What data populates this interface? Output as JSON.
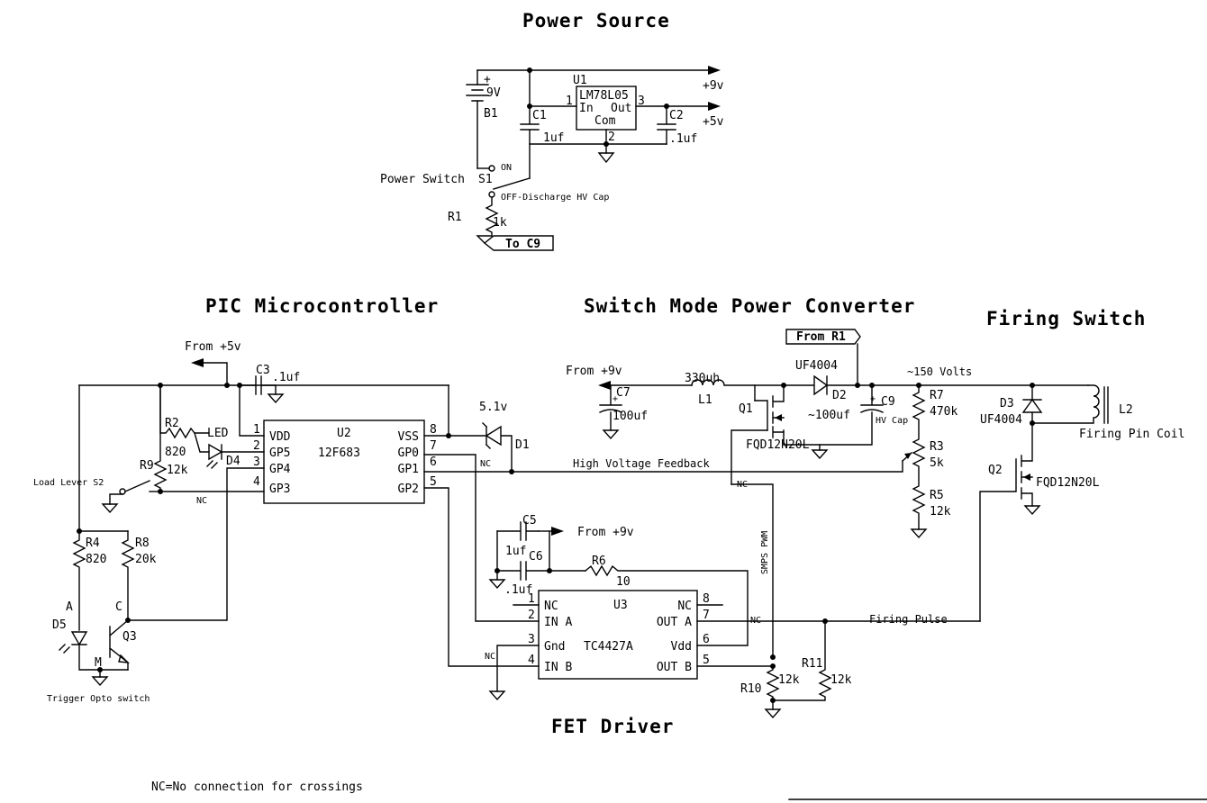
{
  "sections": {
    "power_source": "Power Source",
    "pic": "PIC Microcontroller",
    "smps": "Switch Mode Power Converter",
    "firing": "Firing Switch",
    "fet": "FET Driver"
  },
  "power": {
    "b1_ref": "B1",
    "b1_val": "9V",
    "plus": "+",
    "u1_ref": "U1",
    "u1_part": "LM78L05",
    "u1_in": "In",
    "u1_out": "Out",
    "u1_com": "Com",
    "pin1": "1",
    "pin2": "2",
    "pin3": "3",
    "c1_ref": "C1",
    "c1_val": "1uf",
    "c2_ref": "C2",
    "c2_val": ".1uf",
    "rail_9v": "+9v",
    "rail_5v": "+5v",
    "switch_label": "Power Switch",
    "s1_ref": "S1",
    "on": "ON",
    "off": "OFF-Discharge HV Cap",
    "r1_ref": "R1",
    "r1_val": "1k",
    "to_c9": "To C9"
  },
  "pic": {
    "from_5v": "From +5v",
    "c3_ref": "C3",
    "c3_val": ".1uf",
    "r2_ref": "R2",
    "r2_val": "820",
    "led": "LED",
    "d4_ref": "D4",
    "r9_ref": "R9",
    "r9_val": "12k",
    "load_lever": "Load Lever S2",
    "nc": "NC",
    "u2_ref": "U2",
    "u2_part": "12F683",
    "pins_left": [
      {
        "num": "1",
        "name": "VDD"
      },
      {
        "num": "2",
        "name": "GP5"
      },
      {
        "num": "3",
        "name": "GP4"
      },
      {
        "num": "4",
        "name": "GP3"
      }
    ],
    "pins_right": [
      {
        "num": "8",
        "name": "VSS"
      },
      {
        "num": "7",
        "name": "GP0"
      },
      {
        "num": "6",
        "name": "GP1"
      },
      {
        "num": "5",
        "name": "GP2"
      }
    ],
    "r4_ref": "R4",
    "r4_val": "820",
    "r8_ref": "R8",
    "r8_val": "20k",
    "a": "A",
    "c": "C",
    "m": "M",
    "d5_ref": "D5",
    "q3_ref": "Q3",
    "trigger": "Trigger Opto switch",
    "zener_val": "5.1v",
    "d1_ref": "D1",
    "hv_feedback": "High Voltage Feedback"
  },
  "smps": {
    "from_r1": "From R1",
    "uf4004": "UF4004",
    "d2_ref": "D2",
    "from_9v": "From +9v",
    "c7_ref": "C7",
    "c7_val": "100uf",
    "plus": "+",
    "l1_val": "330uh",
    "l1_ref": "L1",
    "q1_ref": "Q1",
    "d2_cap": "~100uf",
    "c9_ref": "C9",
    "c9_note": "HV Cap",
    "q1_part": "FQD12N20L",
    "volts": "~150 Volts",
    "r7_ref": "R7",
    "r7_val": "470k",
    "r3_ref": "R3",
    "r3_val": "5k",
    "r5_ref": "R5",
    "r5_val": "12k",
    "nc": "NC",
    "smps_pwm": "SMPS PWM"
  },
  "firing": {
    "d3_ref": "D3",
    "d3_part": "UF4004",
    "l2_ref": "L2",
    "coil": "Firing Pin Coil",
    "q2_ref": "Q2",
    "q2_part": "FQD12N20L"
  },
  "fet": {
    "c5_ref": "C5",
    "c5_val": "1uf",
    "c6_ref": "C6",
    "c6_val": ".1uf",
    "from_9v": "From +9v",
    "r6_ref": "R6",
    "r6_val": "10",
    "u3_ref": "U3",
    "u3_part": "TC4427A",
    "pins_left": [
      {
        "num": "1",
        "name": "NC"
      },
      {
        "num": "2",
        "name": "IN A"
      },
      {
        "num": "3",
        "name": "Gnd"
      },
      {
        "num": "4",
        "name": "IN B"
      }
    ],
    "pins_right": [
      {
        "num": "8",
        "name": "NC"
      },
      {
        "num": "7",
        "name": "OUT A"
      },
      {
        "num": "6",
        "name": "Vdd"
      },
      {
        "num": "5",
        "name": "OUT B"
      }
    ],
    "nc": "NC",
    "firing_pulse": "Firing Pulse",
    "r10_ref": "R10",
    "r10_val": "12k",
    "r11_ref": "R11",
    "r11_val": "12k"
  },
  "note": "NC=No connection for crossings"
}
